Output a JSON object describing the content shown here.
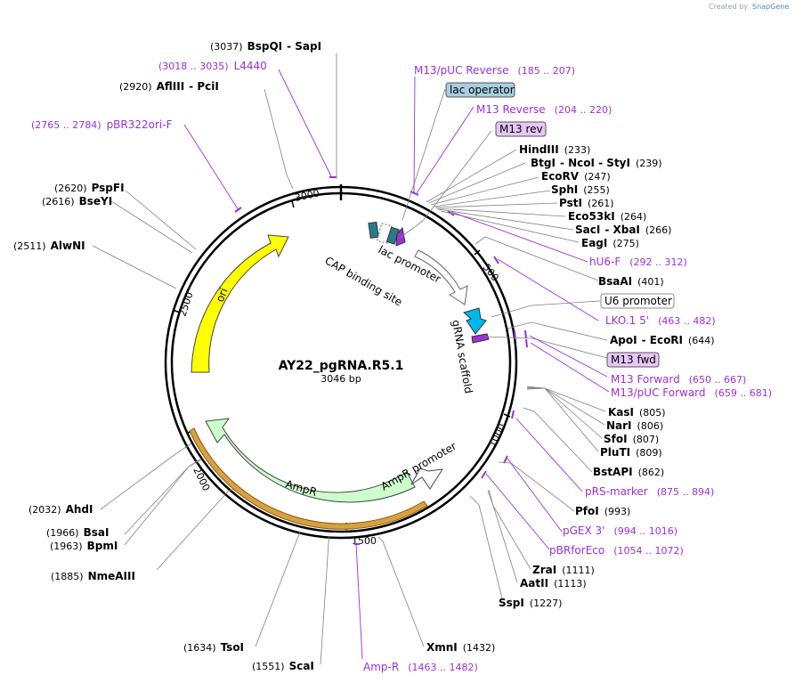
{
  "credit": {
    "prefix": "Created by",
    "brand": "SnapGene"
  },
  "plasmid": {
    "name": "AY22_pgRNA.R5.1",
    "size": "3046 bp"
  },
  "ticks": [
    "500",
    "1000",
    "1500",
    "2000",
    "2500",
    "3000"
  ],
  "enzymes": [
    {
      "name": "BspQI",
      "pos": "(3037)",
      "extra": "- SapI"
    },
    {
      "name": "AflIII",
      "pos": "(2920)",
      "extra": "- PciI"
    },
    {
      "name": "PspFI",
      "pos": "(2620)",
      "extra": ""
    },
    {
      "name": "BseYI",
      "pos": "(2616)",
      "extra": ""
    },
    {
      "name": "AlwNI",
      "pos": "(2511)",
      "extra": ""
    },
    {
      "name": "HindIII",
      "pos": "(233)",
      "extra": ""
    },
    {
      "name": "BtgI",
      "pos": "(239)",
      "extra": "- NcoI - StyI"
    },
    {
      "name": "EcoRV",
      "pos": "(247)",
      "extra": ""
    },
    {
      "name": "SphI",
      "pos": "(255)",
      "extra": ""
    },
    {
      "name": "PstI",
      "pos": "(261)",
      "extra": ""
    },
    {
      "name": "Eco53kI",
      "pos": "(264)",
      "extra": ""
    },
    {
      "name": "SacI",
      "pos": "(266)",
      "extra": "- XbaI"
    },
    {
      "name": "EagI",
      "pos": "(275)",
      "extra": ""
    },
    {
      "name": "BsaAI",
      "pos": "(401)",
      "extra": ""
    },
    {
      "name": "ApoI",
      "pos": "(644)",
      "extra": "- EcoRI"
    },
    {
      "name": "KasI",
      "pos": "(805)",
      "extra": ""
    },
    {
      "name": "NarI",
      "pos": "(806)",
      "extra": ""
    },
    {
      "name": "SfoI",
      "pos": "(807)",
      "extra": ""
    },
    {
      "name": "PluTI",
      "pos": "(809)",
      "extra": ""
    },
    {
      "name": "BstAPI",
      "pos": "(862)",
      "extra": ""
    },
    {
      "name": "PfoI",
      "pos": "(993)",
      "extra": ""
    },
    {
      "name": "ZraI",
      "pos": "(1111)",
      "extra": ""
    },
    {
      "name": "AatII",
      "pos": "(1113)",
      "extra": ""
    },
    {
      "name": "SspI",
      "pos": "(1227)",
      "extra": ""
    },
    {
      "name": "XmnI",
      "pos": "(1432)",
      "extra": ""
    },
    {
      "name": "ScaI",
      "pos": "(1551)",
      "extra": ""
    },
    {
      "name": "TsoI",
      "pos": "(1634)",
      "extra": ""
    },
    {
      "name": "NmeAIII",
      "pos": "(1885)",
      "extra": ""
    },
    {
      "name": "BsaI",
      "pos": "(1966)",
      "extra": ""
    },
    {
      "name": "BpmI",
      "pos": "(1963)",
      "extra": ""
    },
    {
      "name": "AhdI",
      "pos": "(2032)",
      "extra": ""
    }
  ],
  "primers": [
    {
      "name": "L4440",
      "range": "(3018 .. 3035)"
    },
    {
      "name": "pBR322ori-F",
      "range": "(2765 .. 2784)"
    },
    {
      "name": "M13/pUC Reverse",
      "range": "(185 .. 207)"
    },
    {
      "name": "M13 Reverse",
      "range": "(204 .. 220)"
    },
    {
      "name": "hU6-F",
      "range": "(292 .. 312)"
    },
    {
      "name": "LKO.1 5'",
      "range": "(463 .. 482)"
    },
    {
      "name": "M13 Forward",
      "range": "(650 .. 667)"
    },
    {
      "name": "M13/pUC Forward",
      "range": "(659 .. 681)"
    },
    {
      "name": "pRS-marker",
      "range": "(875 .. 894)"
    },
    {
      "name": "pGEX 3'",
      "range": "(994 .. 1016)"
    },
    {
      "name": "pBRforEco",
      "range": "(1054 .. 1072)"
    },
    {
      "name": "Amp-R",
      "range": "(1463 .. 1482)"
    }
  ],
  "boxed": [
    "lac operator",
    "M13 rev",
    "U6 promoter",
    "M13 fwd"
  ],
  "features": {
    "ori": "ori",
    "ampr": "AmpR",
    "ampr_promoter": "AmpR promoter",
    "lac_promoter": "lac promoter",
    "cap": "CAP binding site",
    "grna": "gRNA scaffold"
  },
  "colors": {
    "ori": "#ffff00",
    "ampr": "#ccffcc",
    "ampr_outline": "#d9a040",
    "grna": "#00b7eb",
    "lac_operator_box": "#a8cfe0",
    "primer": "#9b30d9",
    "primer_box": "#e9c6f7"
  }
}
